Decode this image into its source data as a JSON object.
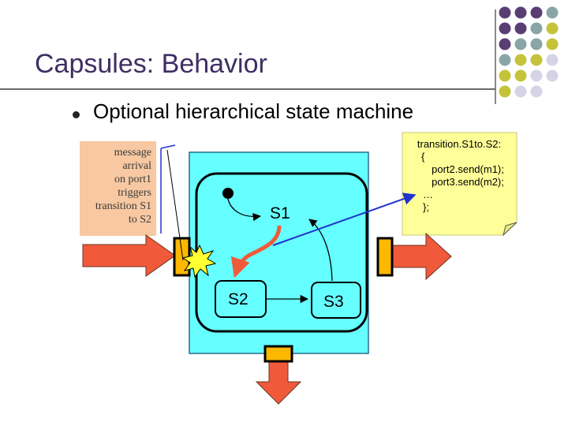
{
  "slide": {
    "title": "Capsules: Behavior",
    "bullet": "Optional hierarchical state machine"
  },
  "left_note": {
    "lines": [
      "message",
      "arrival",
      "on port1",
      "triggers",
      "transition S1",
      "to S2"
    ]
  },
  "right_note": {
    "lines": [
      "transition.S1to.S2:",
      "{",
      "port2.send(m1);",
      "port3.send(m2);",
      "…",
      "};"
    ]
  },
  "states": {
    "s1": "S1",
    "s2": "S2",
    "s3": "S3"
  },
  "colors": {
    "title": "#3d2f63",
    "capsule_fill": "#66ffff",
    "note_left": "#f7c8a1",
    "note_right": "#ffff99",
    "port_fill": "#ffb800",
    "arrow_fill": "#f05a3a",
    "transition_fired": "#f05a3a",
    "message_line": "#2233cc",
    "deco_purple": "#5a3e72",
    "deco_teal": "#8aa5a5",
    "deco_olive": "#c4c43a",
    "deco_lavender": "#d4d4e6"
  }
}
